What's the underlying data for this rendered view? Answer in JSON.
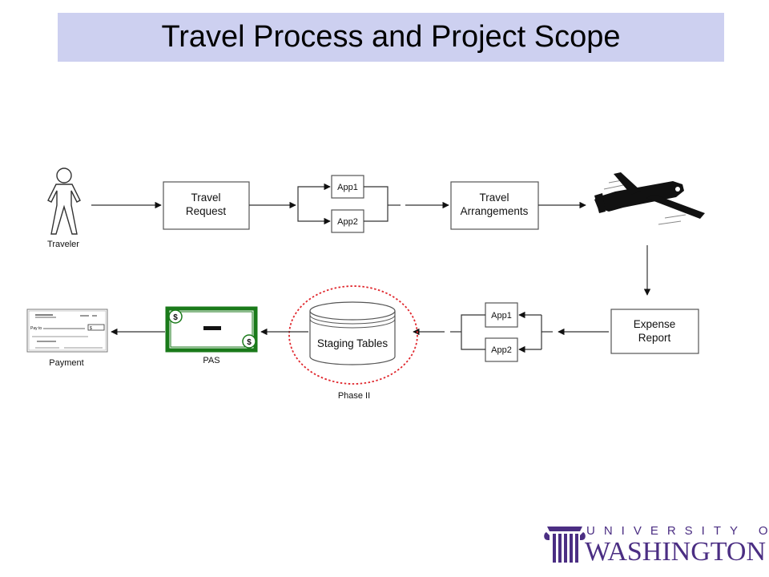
{
  "title": "Travel Process and Project Scope",
  "nodes": {
    "traveler": "Traveler",
    "travel_request": [
      "Travel",
      "Request"
    ],
    "app1_top": "App1",
    "app2_top": "App2",
    "travel_arrangements": [
      "Travel",
      "Arrangements"
    ],
    "expense_report": [
      "Expense",
      "Report"
    ],
    "app1_bottom": "App1",
    "app2_bottom": "App2",
    "staging_tables": "Staging Tables",
    "pas": "PAS",
    "payment": "Payment",
    "phase": "Phase II",
    "check_pay_to": "Pay to",
    "check_dollar": "$",
    "bill_dollar": "$"
  },
  "logo": {
    "university": "UNIVERSITY OF",
    "washington": "WASHINGTON"
  },
  "colors": {
    "title_bg": "#cdd0f0",
    "phase_circle": "#e0282e",
    "bill_green": "#1a7a1a",
    "uw_purple": "#4b2e83"
  }
}
